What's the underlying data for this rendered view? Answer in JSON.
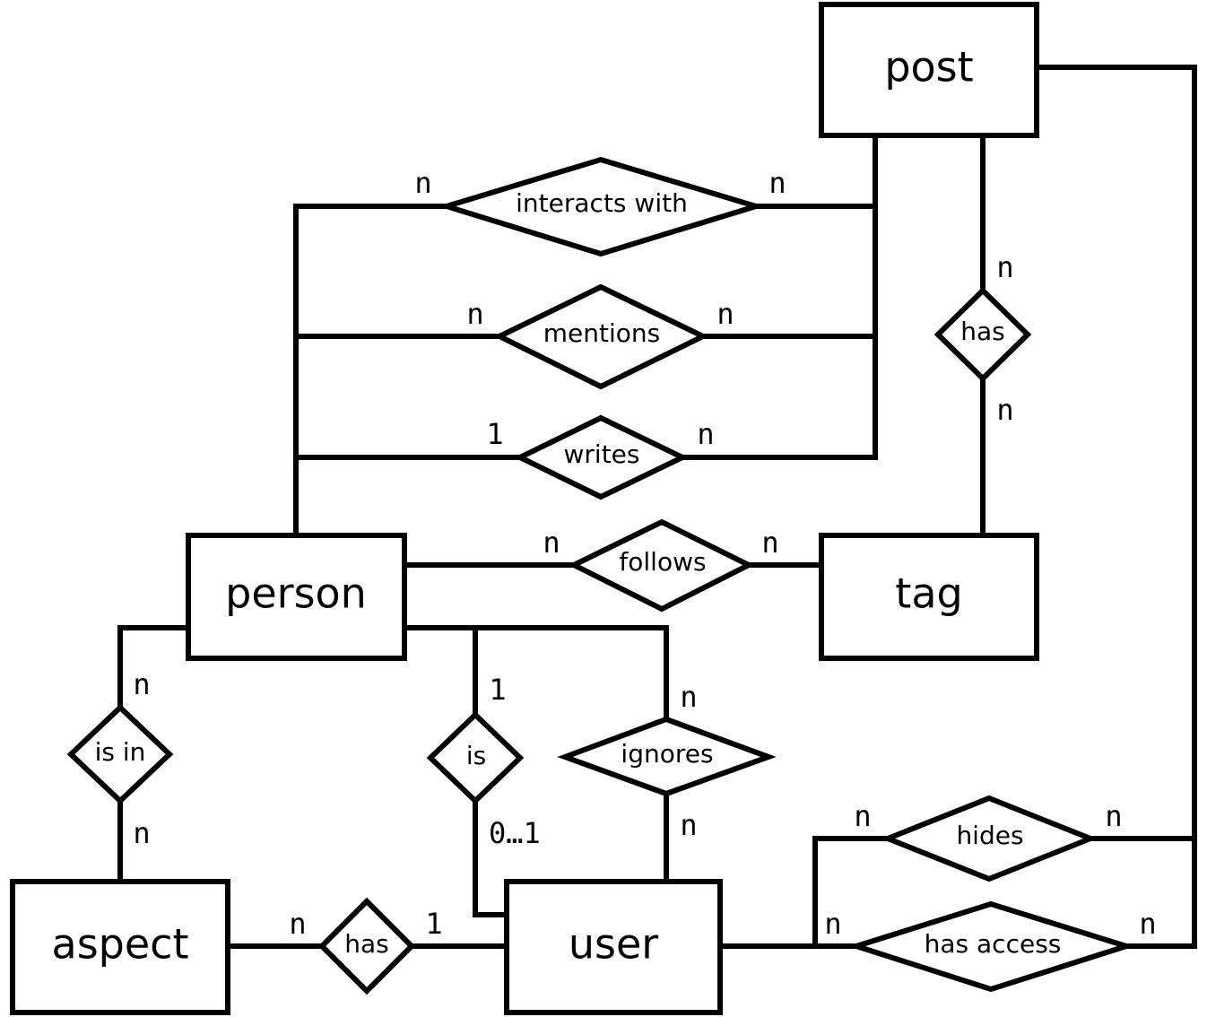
{
  "entities": {
    "post": "post",
    "person": "person",
    "tag": "tag",
    "aspect": "aspect",
    "user": "user"
  },
  "relationships": {
    "interacts_with": "interacts with",
    "mentions": "mentions",
    "writes": "writes",
    "post_has_tag": "has",
    "follows": "follows",
    "is_in": "is in",
    "is": "is",
    "ignores": "ignores",
    "hides": "hides",
    "has_access": "has access",
    "user_has_aspect": "has"
  },
  "cardinalities": {
    "interacts_with_person": "n",
    "interacts_with_post": "n",
    "mentions_person": "n",
    "mentions_post": "n",
    "writes_person": "1",
    "writes_post": "n",
    "has_post": "n",
    "has_tag": "n",
    "follows_person": "n",
    "follows_tag": "n",
    "is_in_person": "n",
    "is_in_aspect": "n",
    "is_person": "1",
    "is_user": "0…1",
    "ignores_person": "n",
    "ignores_user": "n",
    "hides_user": "n",
    "hides_post": "n",
    "has_access_user": "n",
    "has_access_post": "n",
    "aspect_has_aspect": "n",
    "aspect_has_user": "1"
  }
}
